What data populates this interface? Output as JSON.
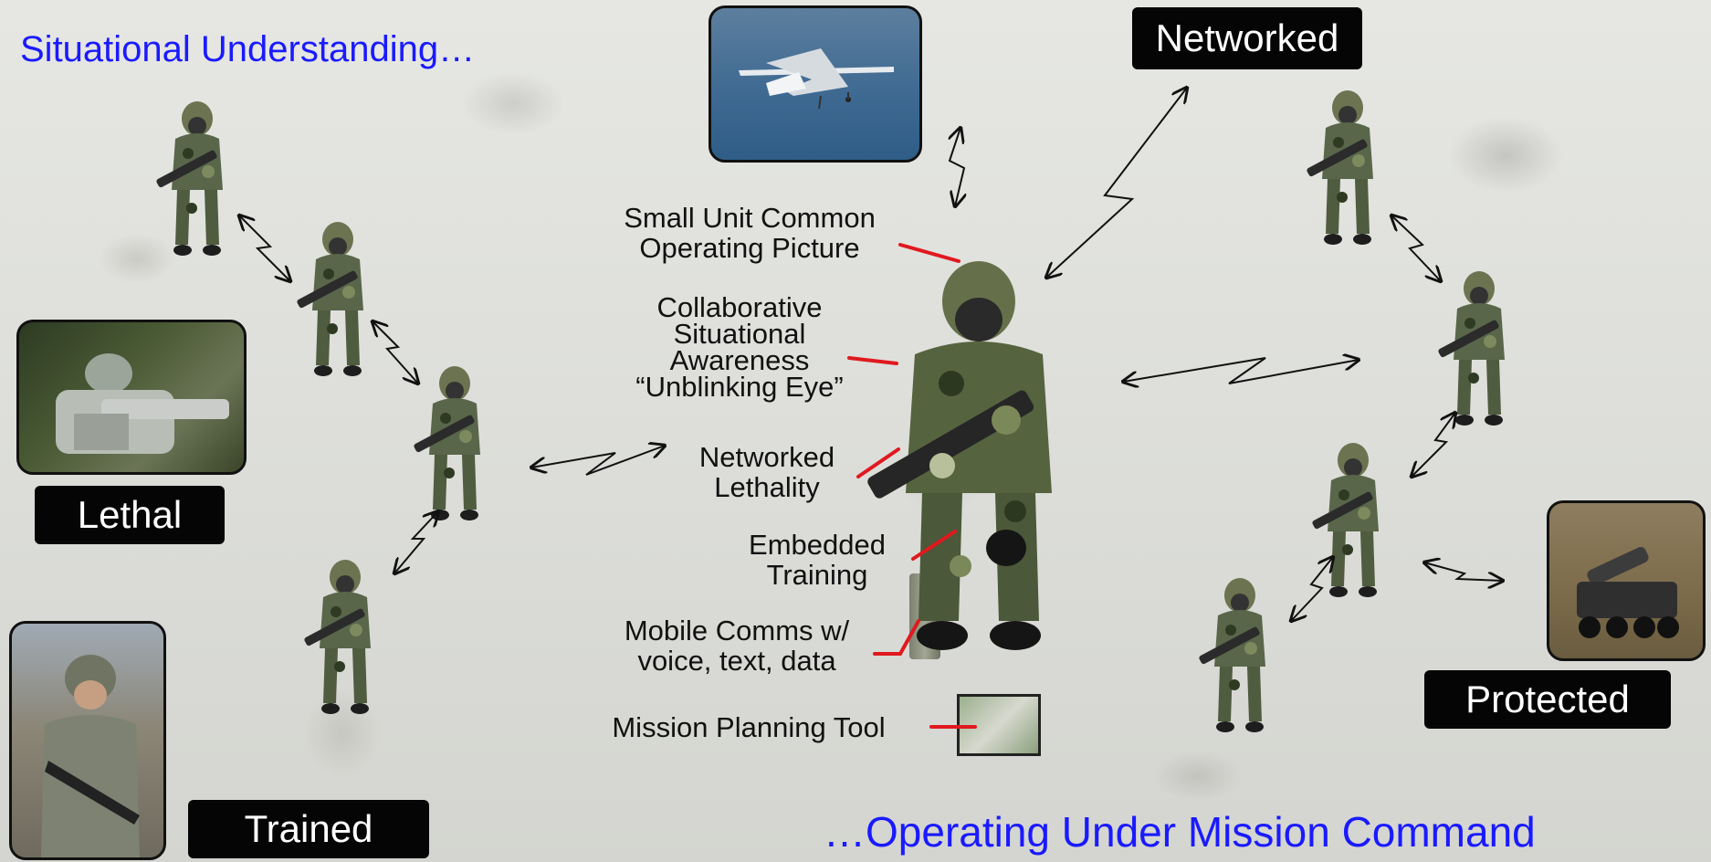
{
  "headings": {
    "top_left": "Situational Understanding…",
    "bottom_right": "…Operating Under Mission Command"
  },
  "badges": {
    "networked": "Networked",
    "lethal": "Lethal",
    "trained": "Trained",
    "protected": "Protected"
  },
  "callouts": {
    "common_picture": [
      "Small Unit Common",
      "Operating Picture"
    ],
    "situational_awareness": [
      "Collaborative",
      "Situational",
      "Awareness",
      "“Unblinking Eye”"
    ],
    "lethality": [
      "Networked",
      "Lethality"
    ],
    "training": [
      "Embedded",
      "Training"
    ],
    "comms": [
      "Mobile Comms w/",
      "voice, text, data"
    ],
    "planning": "Mission Planning Tool"
  },
  "colors": {
    "heading_blue": "#1a1aff",
    "callout_red": "#e0191f",
    "badge_black": "#050505"
  }
}
